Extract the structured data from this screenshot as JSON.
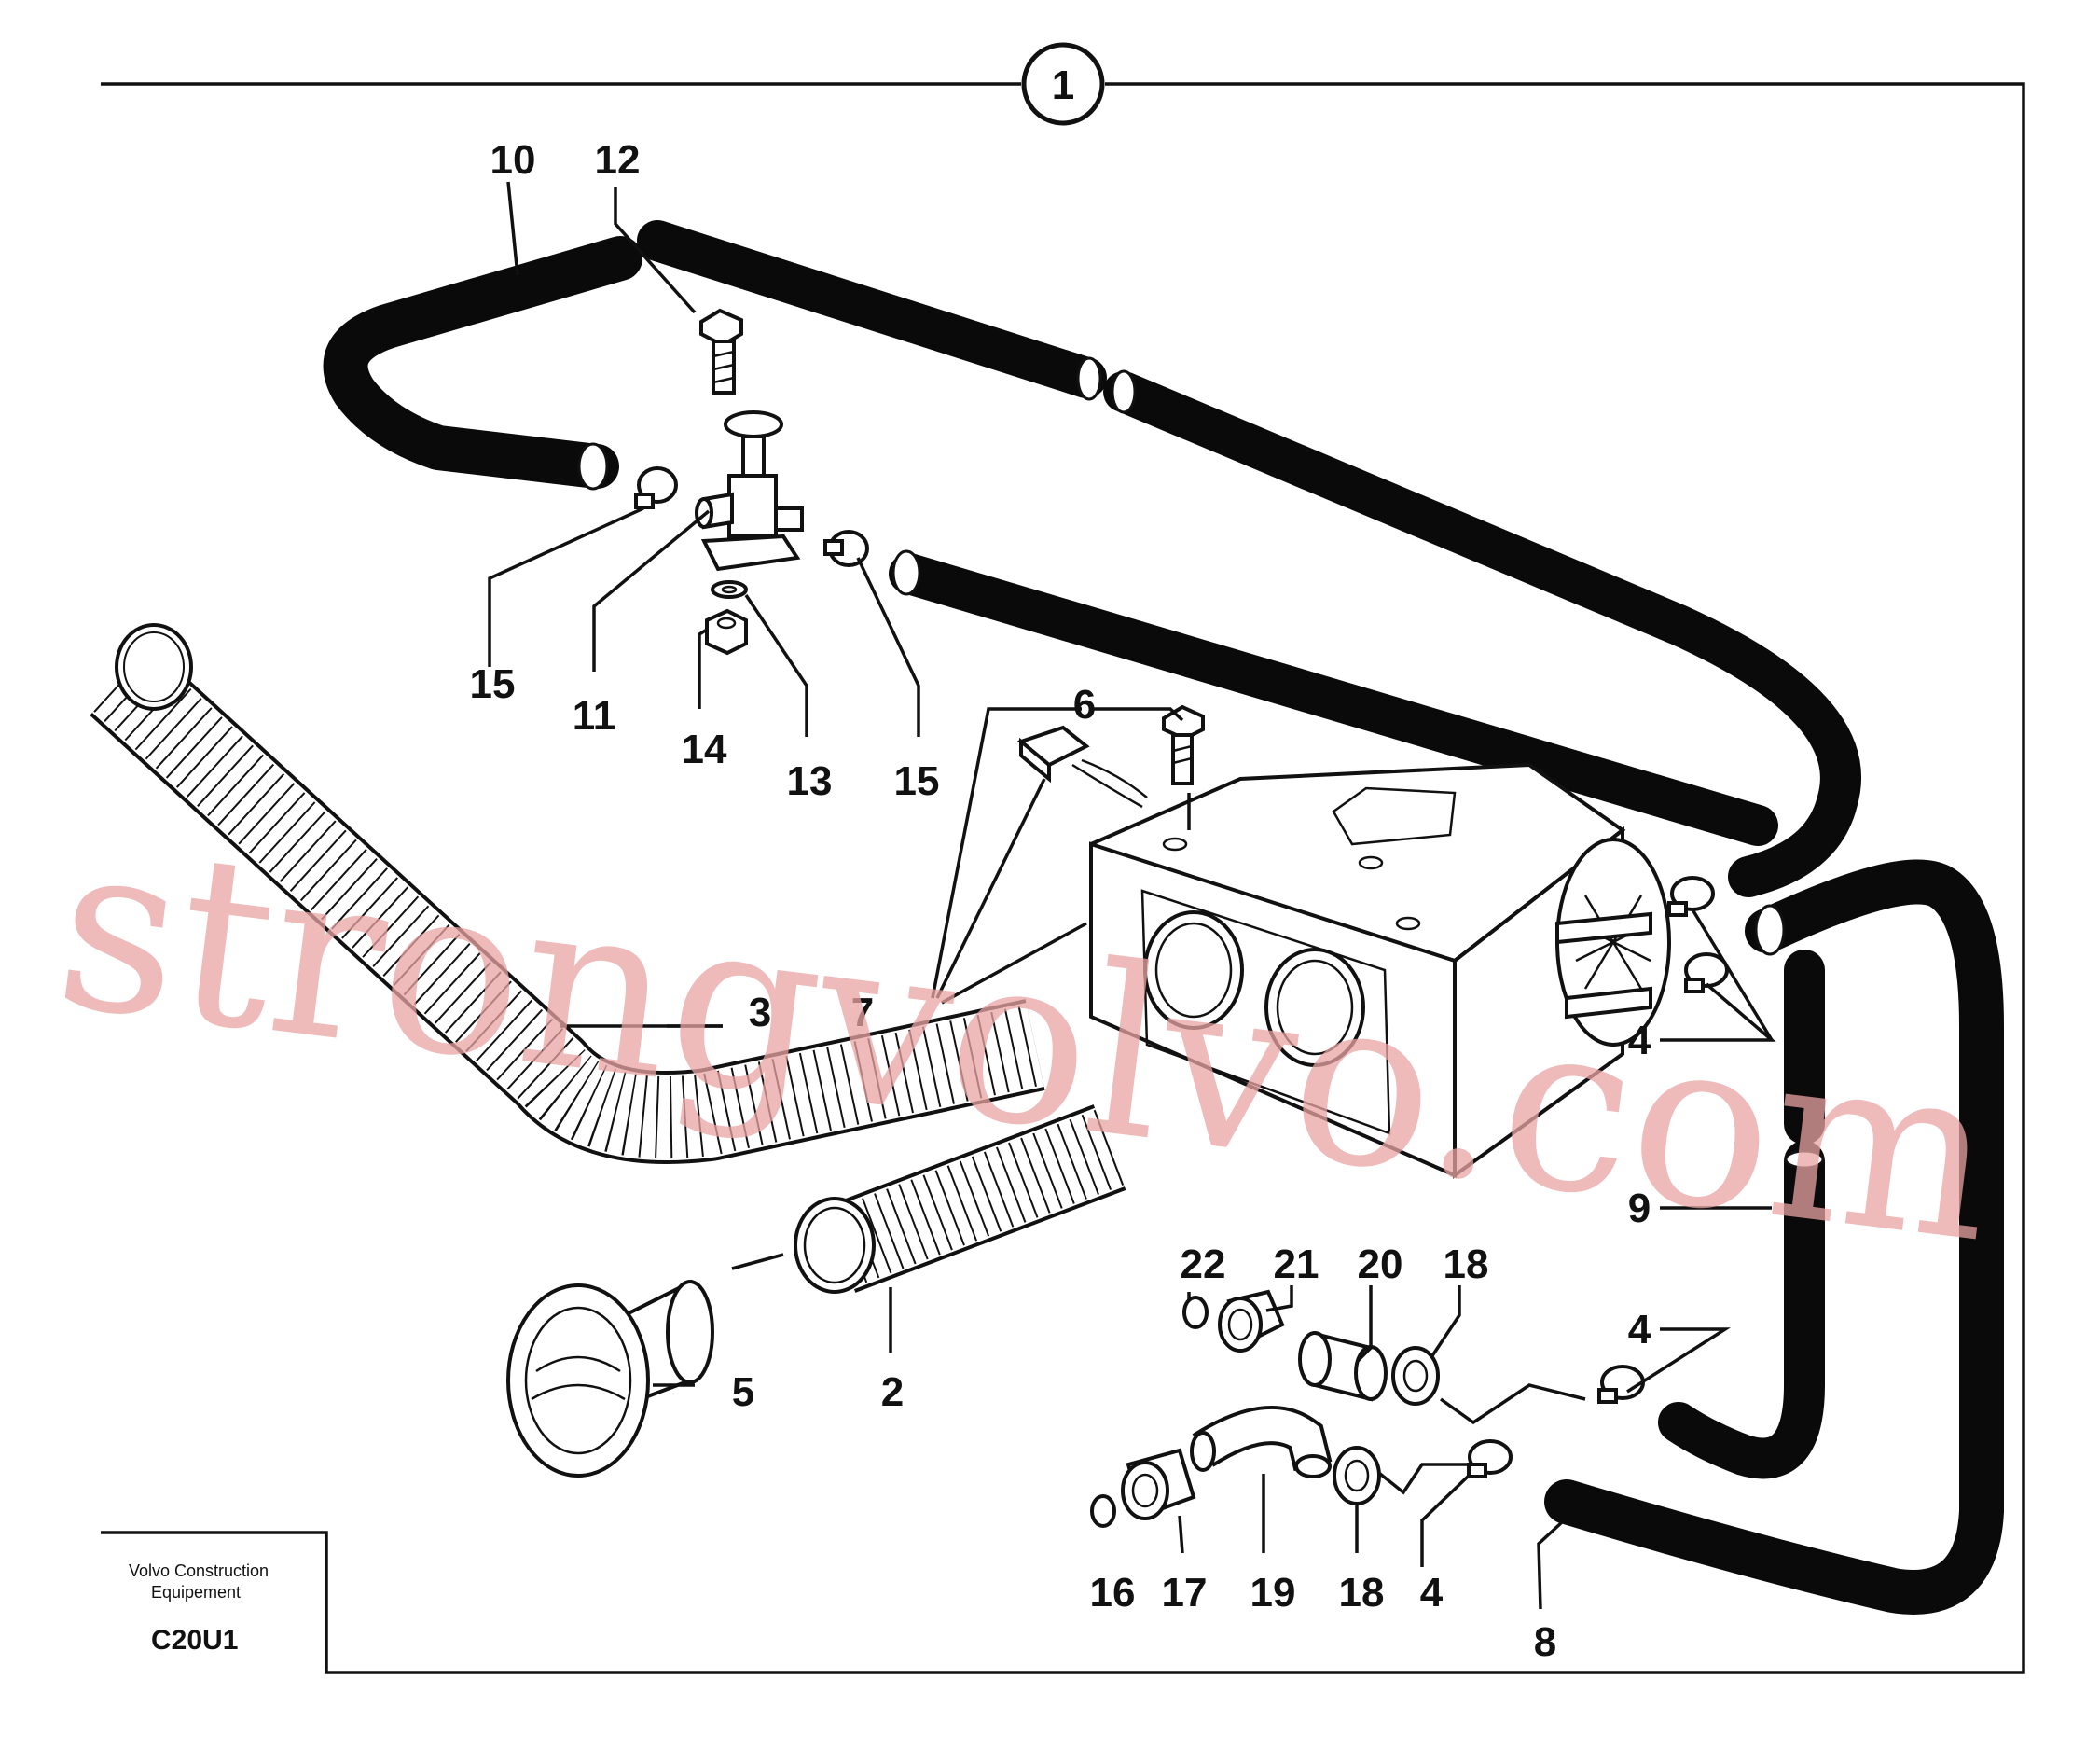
{
  "title_block": {
    "company_line1": "Volvo Construction",
    "company_line2": "Equipement",
    "code": "C20U1"
  },
  "section_marker": "1",
  "watermark": "strongvolvo.com",
  "callouts": {
    "c2": "2",
    "c3": "3",
    "c4a": "4",
    "c4b": "4",
    "c4c": "4",
    "c5": "5",
    "c6": "6",
    "c7": "7",
    "c8": "8",
    "c9": "9",
    "c10": "10",
    "c11": "11",
    "c12": "12",
    "c13": "13",
    "c14": "14",
    "c15a": "15",
    "c15b": "15",
    "c16": "16",
    "c17": "17",
    "c18a": "18",
    "c18b": "18",
    "c19": "19",
    "c20": "20",
    "c21": "21",
    "c22": "22"
  },
  "colors": {
    "line": "#111111",
    "hose": "#0a0a0a",
    "watermark": "#e9a3a3"
  }
}
